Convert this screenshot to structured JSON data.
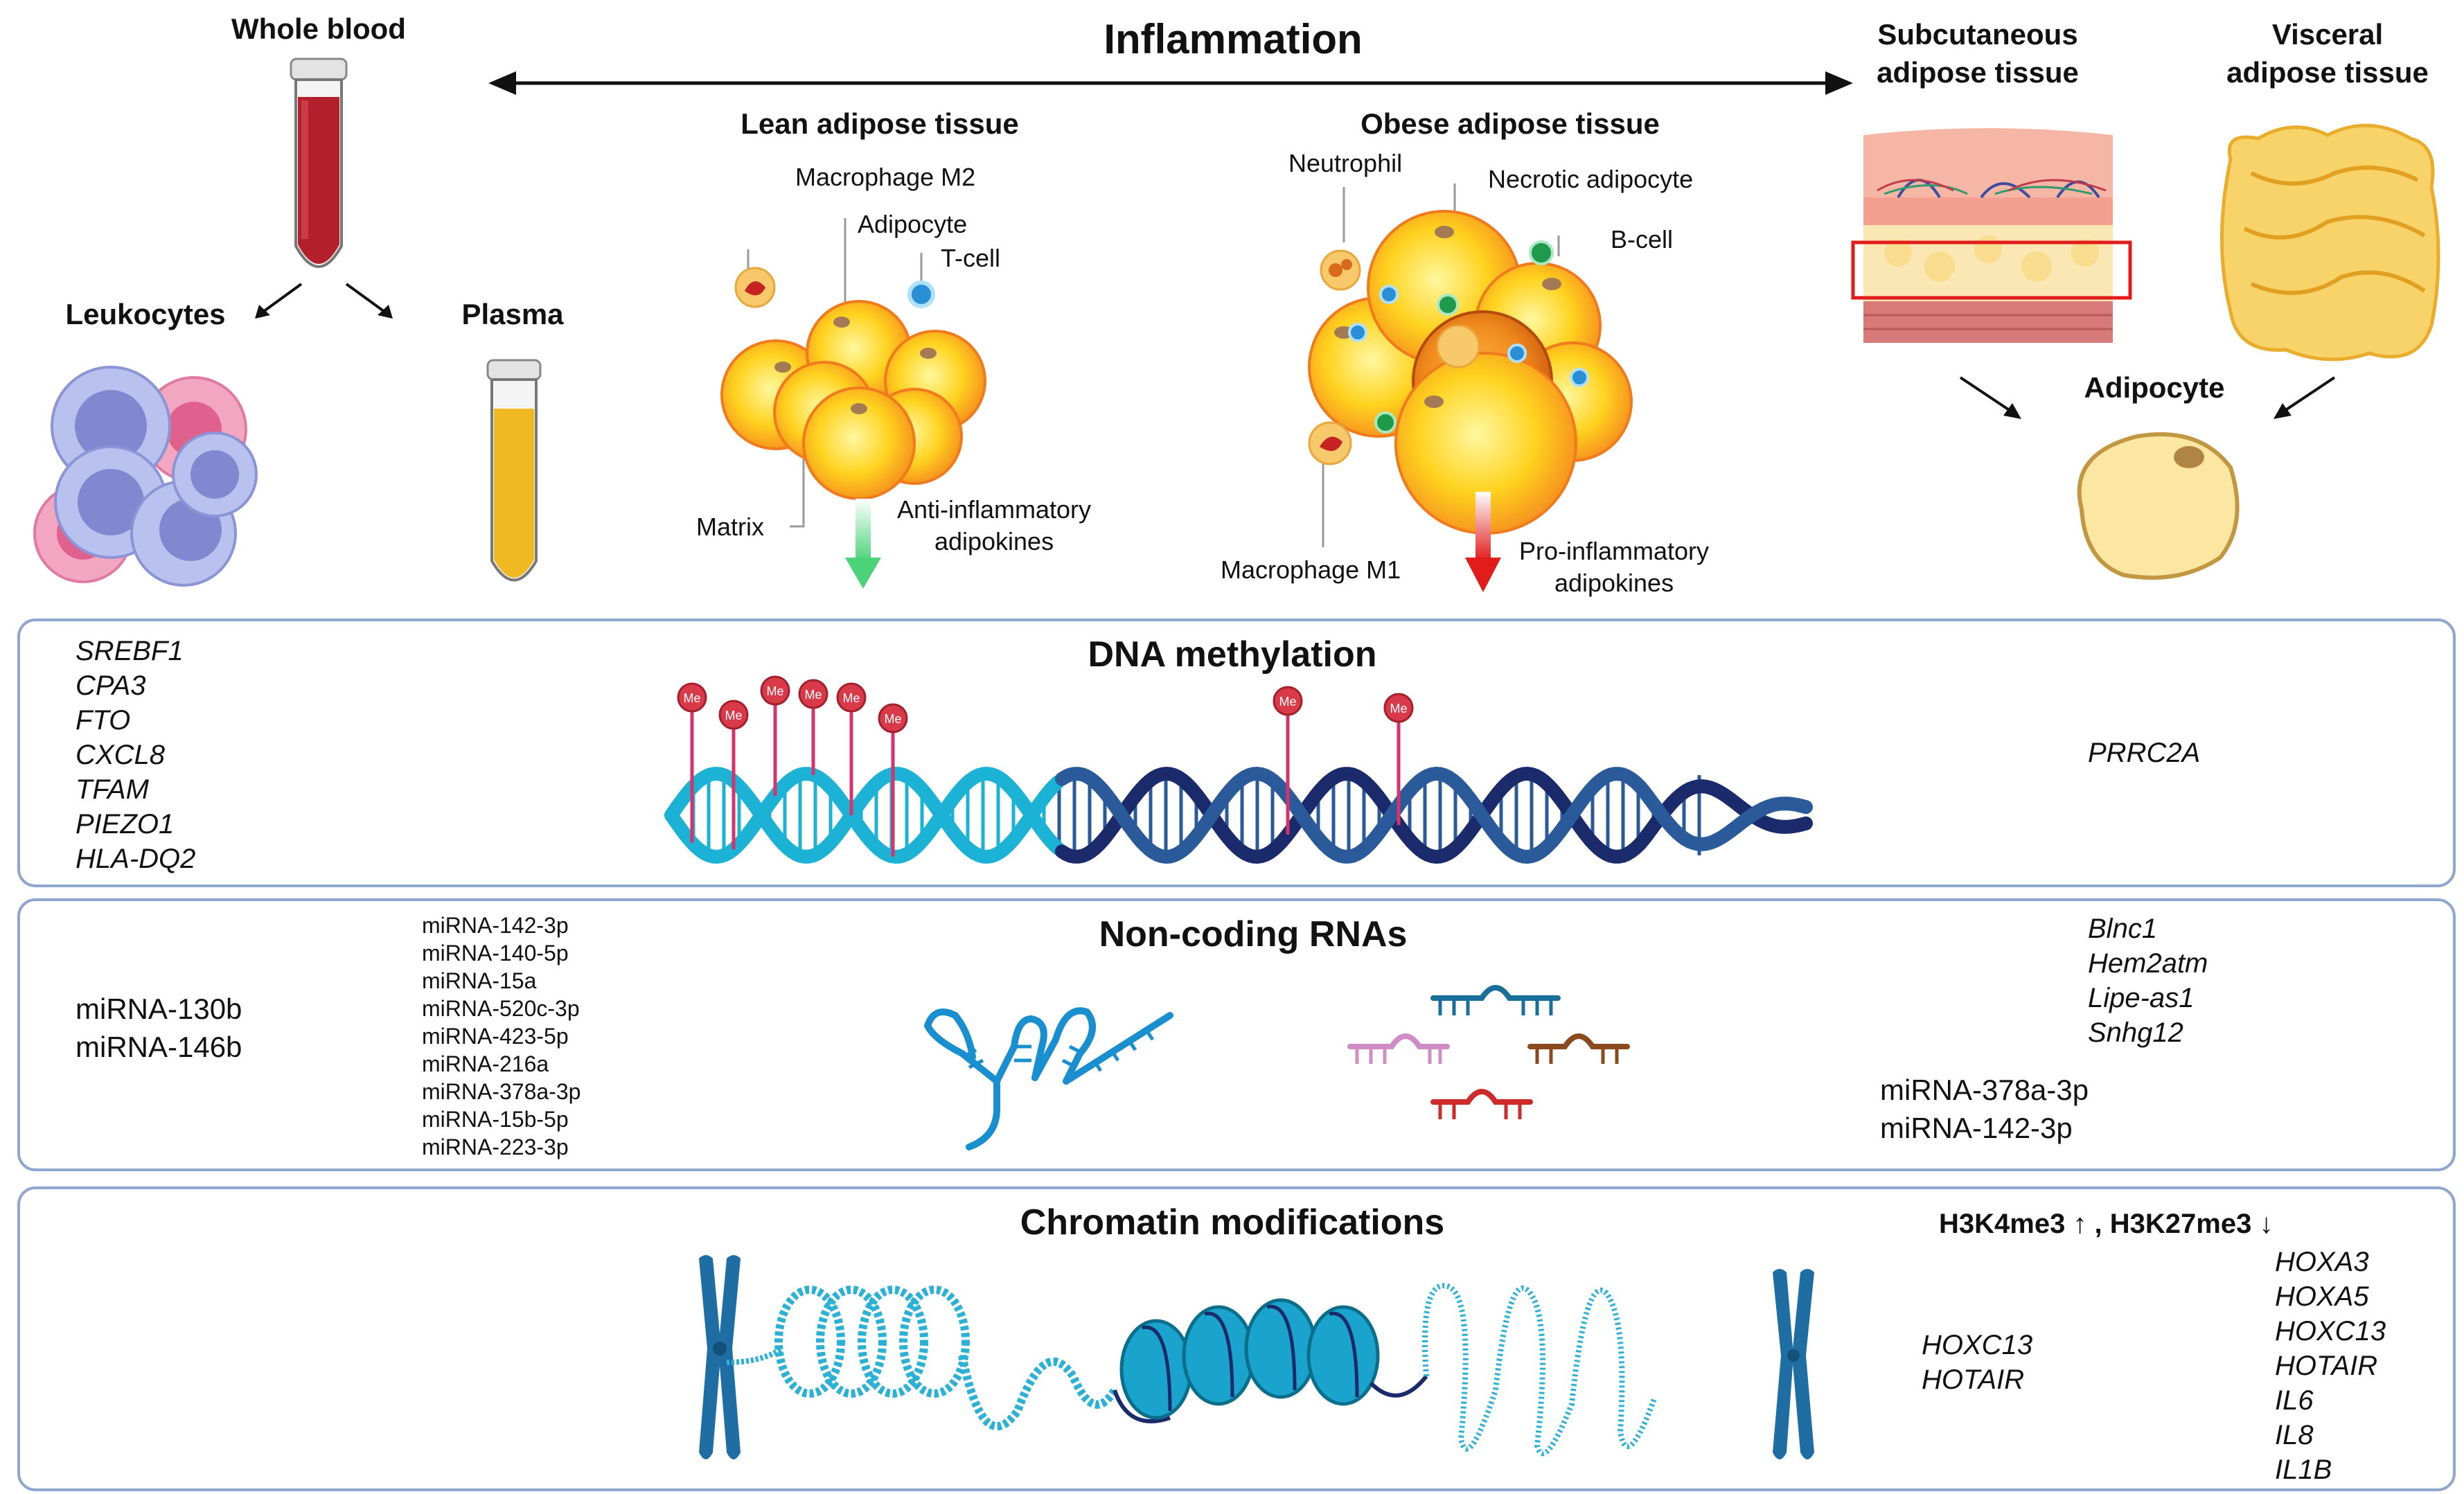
{
  "header": {
    "title": "Inflammation",
    "whole_blood": "Whole blood",
    "leukocytes": "Leukocytes",
    "plasma": "Plasma",
    "lean_tissue": "Lean adipose tissue",
    "obese_tissue": "Obese adipose tissue",
    "subcutaneous": "Subcutaneous\nadipose tissue",
    "visceral": "Visceral\nadipose tissue",
    "adipocyte_heading": "Adipocyte"
  },
  "lean_labels": {
    "macrophage_m2": "Macrophage M2",
    "adipocyte": "Adipocyte",
    "t_cell": "T-cell",
    "matrix": "Matrix",
    "anti_inflammatory": "Anti-inflammatory\nadipokines"
  },
  "obese_labels": {
    "neutrophil": "Neutrophil",
    "necrotic_adipocyte": "Necrotic adipocyte",
    "b_cell": "B-cell",
    "macrophage_m1": "Macrophage M1",
    "pro_inflammatory": "Pro-inflammatory\nadipokines"
  },
  "methyl_marker": "Me",
  "dna_methylation": {
    "title": "DNA methylation",
    "left_genes": [
      "SREBF1",
      "CPA3",
      "FTO",
      "CXCL8",
      "TFAM",
      "PIEZO1",
      "HLA-DQ2"
    ],
    "right_genes": [
      "PRRC2A"
    ]
  },
  "non_coding": {
    "title": "Non-coding RNAs",
    "left_mirnas": [
      "miRNA-130b",
      "miRNA-146b"
    ],
    "mid_mirnas": [
      "miRNA-142-3p",
      "miRNA-140-5p",
      "miRNA-15a",
      "miRNA-520c-3p",
      "miRNA-423-5p",
      "miRNA-216a",
      "miRNA-378a-3p",
      "miRNA-15b-5p",
      "miRNA-223-3p"
    ],
    "right_lncrnas": [
      "Blnc1",
      "Hem2atm",
      "Lipe-as1",
      "Snhg12"
    ],
    "right_mirnas": [
      "miRNA-378a-3p",
      "miRNA-142-3p"
    ]
  },
  "chromatin": {
    "title": "Chromatin modifications",
    "histone_marks": "H3K4me3 ↑ , H3K27me3 ↓",
    "mid_genes": [
      "HOXC13",
      "HOTAIR"
    ],
    "right_genes": [
      "HOXA3",
      "HOXA5",
      "HOXC13",
      "HOTAIR",
      "IL6",
      "IL8",
      "IL1B"
    ]
  },
  "colors": {
    "panel_border": "#8fa6cf",
    "blood_red": "#b3202c",
    "plasma_yellow": "#f0b821",
    "dna_light": "#1bb2d6",
    "dna_dark": "#1b2a6b",
    "methyl_red": "#d83a4a",
    "anti_arrow": "#4cd37a",
    "pro_arrow": "#e21b1b"
  }
}
